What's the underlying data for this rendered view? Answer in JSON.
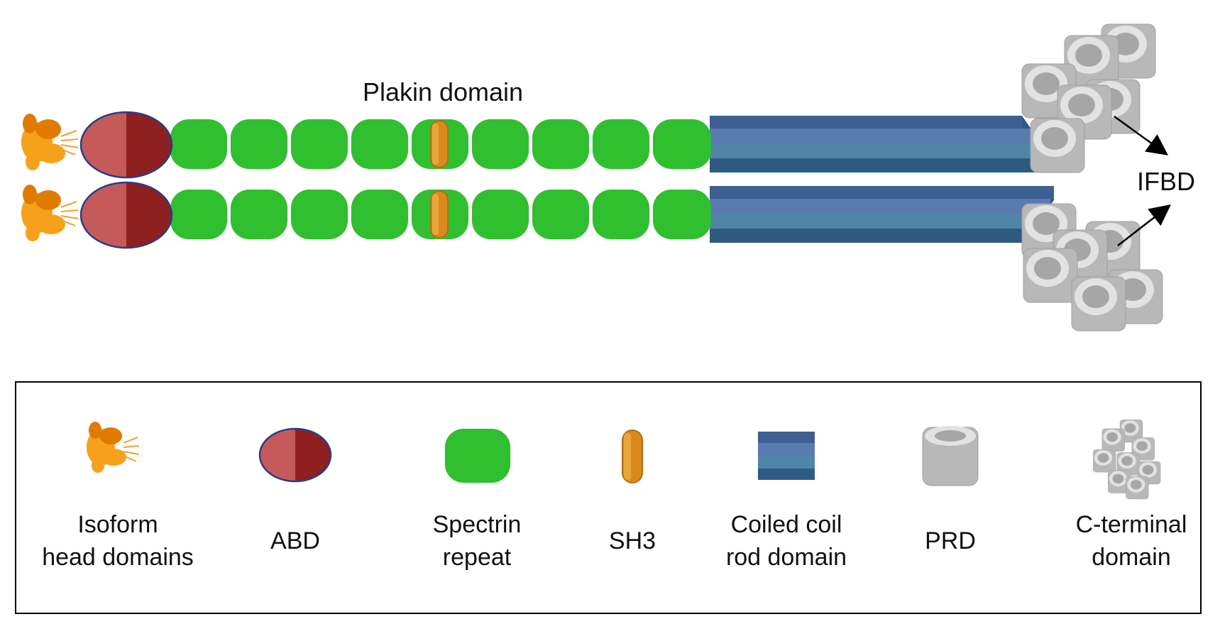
{
  "diagram": {
    "plakin_label": "Plakin domain",
    "ifbd_label": "IFBD"
  },
  "legend": {
    "items": [
      {
        "key": "head",
        "icon": "isoform-head-icon",
        "line1": "Isoform",
        "line2": "head domains"
      },
      {
        "key": "abd",
        "icon": "abd-icon",
        "line1": "ABD",
        "line2": ""
      },
      {
        "key": "spectrin",
        "icon": "spectrin-repeat-icon",
        "line1": "Spectrin",
        "line2": "repeat"
      },
      {
        "key": "sh3",
        "icon": "sh3-icon",
        "line1": "SH3",
        "line2": ""
      },
      {
        "key": "rod",
        "icon": "coiled-coil-rod-icon",
        "line1": "Coiled coil",
        "line2": "rod domain"
      },
      {
        "key": "prd",
        "icon": "prd-icon",
        "line1": "PRD",
        "line2": ""
      },
      {
        "key": "cterm",
        "icon": "c-terminal-domain-icon",
        "line1": "C-terminal",
        "line2": "domain"
      }
    ]
  },
  "colors": {
    "head_orange": "#f7a11a",
    "head_dark": "#e07b00",
    "abd_light": "#c55a5a",
    "abd_dark": "#8f2020",
    "abd_outline": "#2b3a8a",
    "spectrin_green": "#2fbf2f",
    "sh3_orange": "#d98a1a",
    "sh3_dark": "#b86e10",
    "rod_top": "#3d5f91",
    "rod_mid1": "#5a7bb0",
    "rod_mid2": "#4f86a8",
    "rod_bottom": "#2f5a82",
    "prd_grey": "#b4b4b4",
    "prd_light": "#d9d9d9",
    "prd_inner": "#9a9a9a",
    "arrow": "#000000"
  }
}
